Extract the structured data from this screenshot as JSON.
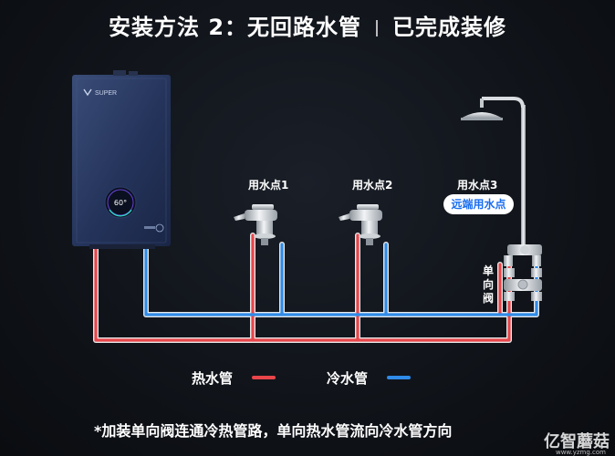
{
  "title": {
    "left": "安装方法 2：无回路水管",
    "right": "已完成装修"
  },
  "heater": {
    "brand": "SUPER",
    "display_value": "60°"
  },
  "points": [
    {
      "label": "用水点1"
    },
    {
      "label": "用水点2"
    },
    {
      "label": "用水点3",
      "badge": "远端用水点"
    }
  ],
  "valve_label": "单向阀",
  "legend": [
    {
      "label": "热水管",
      "color": "#e8454a"
    },
    {
      "label": "冷水管",
      "color": "#2f8be8"
    }
  ],
  "footnote": "*加装单向阀连通冷热管路，单向热水管流向冷水管方向",
  "watermark": {
    "text": "亿智蘑菇",
    "url": "www.yzmg.com"
  },
  "colors": {
    "hot": "#e8454a",
    "cold": "#2f8be8",
    "pipe_outline": "#ffffff"
  }
}
